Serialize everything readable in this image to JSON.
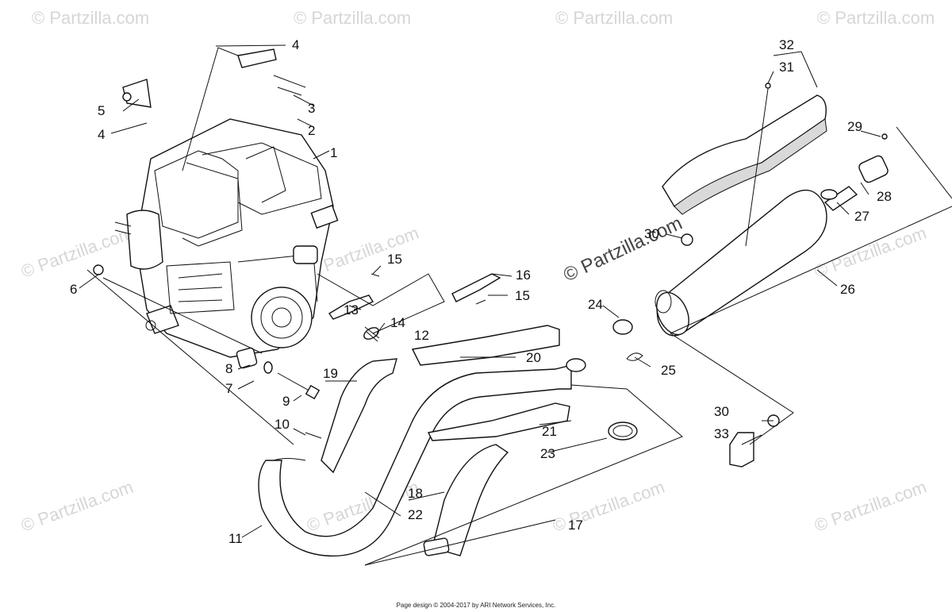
{
  "watermark": {
    "text": "© Partzilla.com",
    "main_text": "© Partzilla.com"
  },
  "footer": {
    "text": "Page design © 2004-2017 by ARI Network Services, Inc."
  },
  "callouts": [
    {
      "id": "c1",
      "label": "1"
    },
    {
      "id": "c2",
      "label": "2"
    },
    {
      "id": "c3",
      "label": "3"
    },
    {
      "id": "c4a",
      "label": "4"
    },
    {
      "id": "c4b",
      "label": "4"
    },
    {
      "id": "c5",
      "label": "5"
    },
    {
      "id": "c6",
      "label": "6"
    },
    {
      "id": "c7",
      "label": "7"
    },
    {
      "id": "c8",
      "label": "8"
    },
    {
      "id": "c9",
      "label": "9"
    },
    {
      "id": "c10",
      "label": "10"
    },
    {
      "id": "c11",
      "label": "11"
    },
    {
      "id": "c12",
      "label": "12"
    },
    {
      "id": "c13",
      "label": "13"
    },
    {
      "id": "c14",
      "label": "14"
    },
    {
      "id": "c15a",
      "label": "15"
    },
    {
      "id": "c15b",
      "label": "15"
    },
    {
      "id": "c16",
      "label": "16"
    },
    {
      "id": "c17",
      "label": "17"
    },
    {
      "id": "c18",
      "label": "18"
    },
    {
      "id": "c19",
      "label": "19"
    },
    {
      "id": "c20",
      "label": "20"
    },
    {
      "id": "c21",
      "label": "21"
    },
    {
      "id": "c22",
      "label": "22"
    },
    {
      "id": "c23",
      "label": "23"
    },
    {
      "id": "c24",
      "label": "24"
    },
    {
      "id": "c25",
      "label": "25"
    },
    {
      "id": "c26",
      "label": "26"
    },
    {
      "id": "c27",
      "label": "27"
    },
    {
      "id": "c28",
      "label": "28"
    },
    {
      "id": "c29",
      "label": "29"
    },
    {
      "id": "c30a",
      "label": "30"
    },
    {
      "id": "c30b",
      "label": "30"
    },
    {
      "id": "c31",
      "label": "31"
    },
    {
      "id": "c32",
      "label": "32"
    },
    {
      "id": "c33",
      "label": "33"
    }
  ]
}
